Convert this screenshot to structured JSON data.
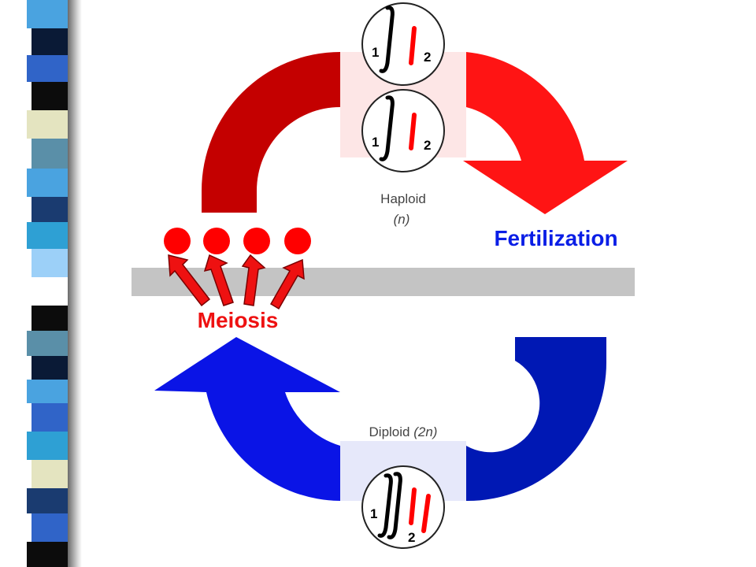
{
  "labels": {
    "haploid": "Haploid",
    "haploid_n": "(n)",
    "fertilization": "Fertilization",
    "meiosis": "Meiosis",
    "diploid": "Diploid",
    "diploid_n": "(2n)"
  },
  "cells": [
    {
      "left_number": "1",
      "right_number": "2"
    },
    {
      "left_number": "1",
      "right_number": "2"
    },
    {
      "left_number": "1",
      "right_number": "2"
    }
  ],
  "colors": {
    "dark_red": "#c40000",
    "bright_red": "#ff1414",
    "blue": "#0a14e6",
    "dark_blue": "#0018b4",
    "gray_bar": "#c4c4c4",
    "fertilization_text": "#0a1ee6",
    "meiosis_text": "#ee1111"
  },
  "decoration": {
    "stripe_colors": [
      "#1a3b70",
      "#4aa3e0",
      "#e4e4c0",
      "#0c0c0c",
      "#5a8fa8",
      "#3064c8",
      "#9cd0f8",
      "#0a1a36",
      "#2ea0d4",
      "#ffffff"
    ]
  }
}
